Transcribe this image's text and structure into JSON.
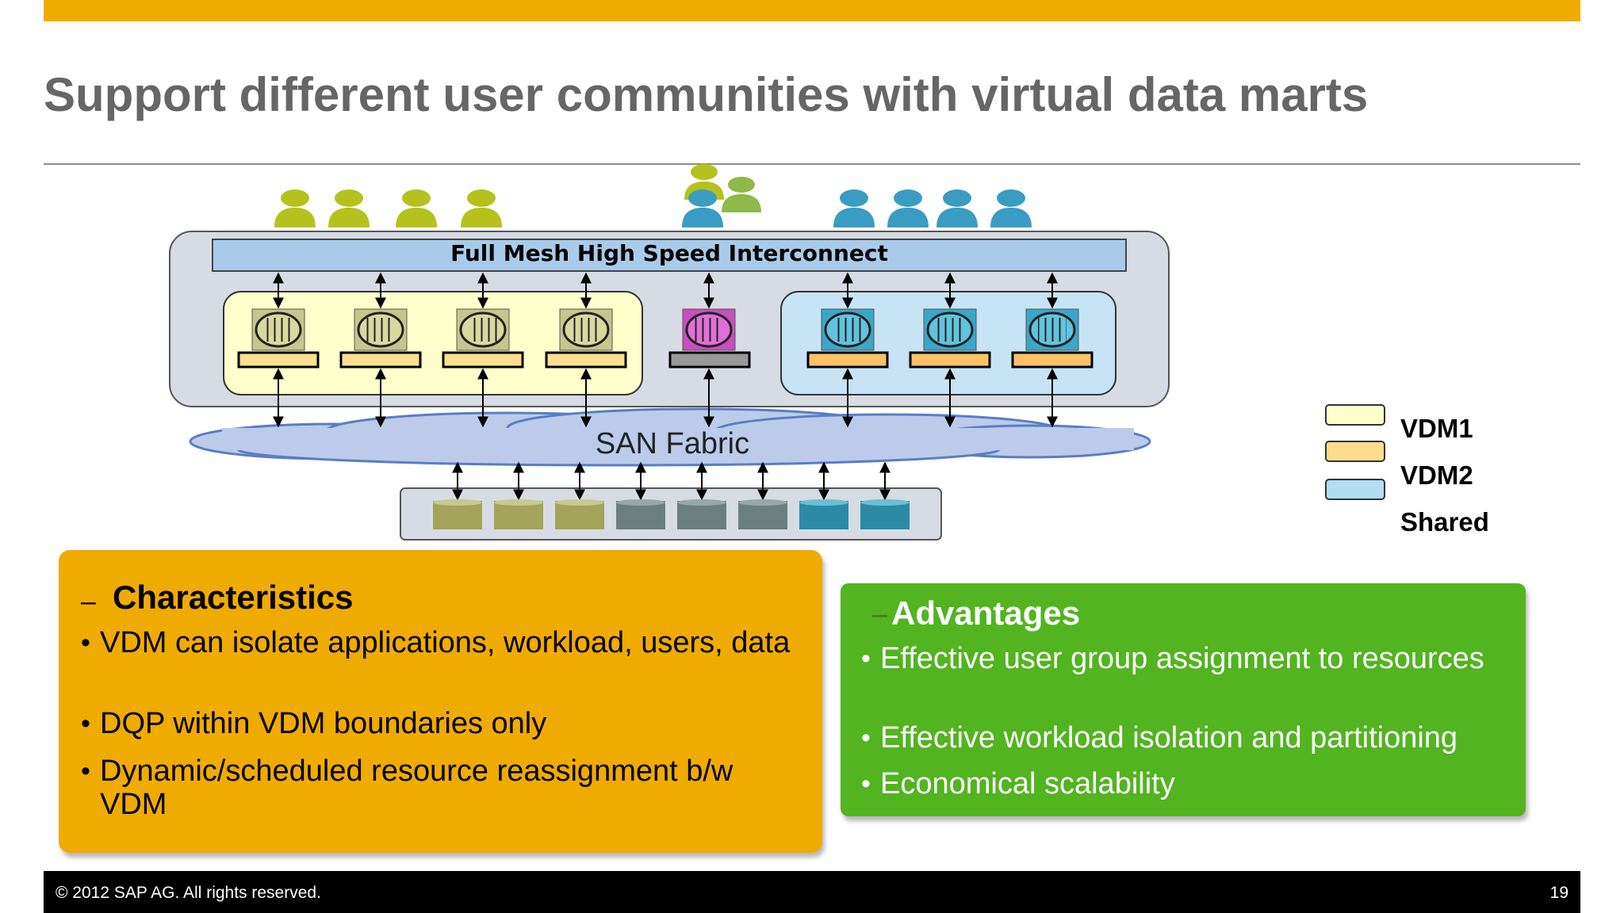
{
  "slide": {
    "title": "Support different user communities with virtual data marts",
    "page_number": "19",
    "copyright": "© 2012 SAP AG. All rights reserved."
  },
  "diagram": {
    "interconnect_label": "Full Mesh High Speed Interconnect",
    "san_label": "SAN Fabric"
  },
  "legend": {
    "items": [
      {
        "label": "VDM1",
        "color": "#ffffcc"
      },
      {
        "label": "VDM2",
        "color": "#fddc8c"
      },
      {
        "label": "Shared",
        "color": "#b3dcf5"
      }
    ]
  },
  "characteristics": {
    "dash": "–",
    "heading": "Characteristics",
    "bullets": [
      "VDM can isolate applications, workload, users, data",
      "DQP within VDM boundaries only",
      " Dynamic/scheduled resource reassignment b/w VDM"
    ]
  },
  "advantages": {
    "dash": "–",
    "heading": "Advantages",
    "bullets": [
      "Effective user group assignment to resources",
      "Effective workload isolation and partitioning",
      "Economical scalability"
    ]
  },
  "colors": {
    "accent": "#f0ab00",
    "advantages_bg": "#52b420",
    "vdm1_users": "#b5c21d",
    "vdm2_users": "#3a9cc2",
    "shared_node": "#d24fc9"
  }
}
